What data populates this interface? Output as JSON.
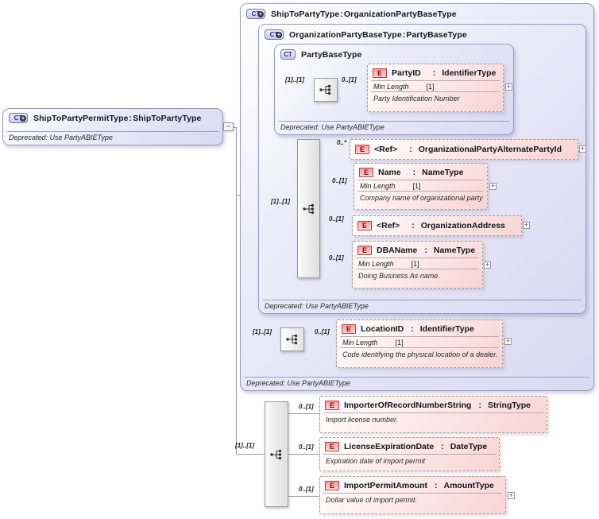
{
  "ui": {
    "ct_label": "CT",
    "e_label": "E",
    "plus": "+",
    "colon": ":",
    "expand": "+",
    "collapse": "−"
  },
  "colors": {
    "box_lavender": "#d9d9f3",
    "element_pink": "#f8d4d4",
    "ct_border": "#9a9ace",
    "e_border": "#c23a3a",
    "line": "#9a9aa8"
  },
  "left_box": {
    "name": "ShipToPartyPermitType",
    "type": "ShipToPartyType",
    "deprecated": "Deprecated: Use PartyABIEType"
  },
  "outer": {
    "name": "ShipToPartyType",
    "type": "OrganizationPartyBaseType",
    "deprecated": "Deprecated: Use PartyABIEType",
    "org": {
      "name": "OrganizationPartyBaseType",
      "type": "PartyBaseType",
      "deprecated": "Deprecated: Use PartyABIEType",
      "party_base": {
        "name": "PartyBaseType",
        "deprecated": "Deprecated: Use PartyABIEType",
        "seq_cardinality": "[1]..[1]",
        "party_id": {
          "cardinality": "0..[1]",
          "name": "PartyID",
          "type": "IdentifierType",
          "facet_name": "Min Length",
          "facet_value": "[1]",
          "description": "Party Identification Number"
        }
      },
      "seq_cardinality": "[1]..[1]",
      "children": [
        {
          "cardinality": "0..*",
          "name": "<Ref>",
          "type": "OrganizationalPartyAlternatePartyId"
        },
        {
          "cardinality": "0..[1]",
          "name": "Name",
          "type": "NameType",
          "facet_name": "Min Length",
          "facet_value": "[1]",
          "description": "Company name of organizational party"
        },
        {
          "cardinality": "0..[1]",
          "name": "<Ref>",
          "type": "OrganizationAddress"
        },
        {
          "cardinality": "0..[1]",
          "name": "DBAName",
          "type": "NameType",
          "facet_name": "Min Length",
          "facet_value": "[1]",
          "description": "Doing Business As name."
        }
      ]
    },
    "location": {
      "seq_cardinality": "[1]..[1]",
      "cardinality": "0..[1]",
      "name": "LocationID",
      "type": "IdentifierType",
      "facet_name": "Min Length",
      "facet_value": "[1]",
      "description": "Code identifying the physical location of a dealer."
    }
  },
  "extension": {
    "seq_cardinality": "[1]..[1]",
    "children": [
      {
        "cardinality": "0..[1]",
        "name": "ImporterOfRecordNumberString",
        "type": "StringType",
        "description": "Import license number."
      },
      {
        "cardinality": "0..[1]",
        "name": "LicenseExpirationDate",
        "type": "DateType",
        "description": "Expiration date of import permit"
      },
      {
        "cardinality": "0..[1]",
        "name": "ImportPermitAmount",
        "type": "AmountType",
        "description": "Dollar value of import permit."
      }
    ]
  }
}
